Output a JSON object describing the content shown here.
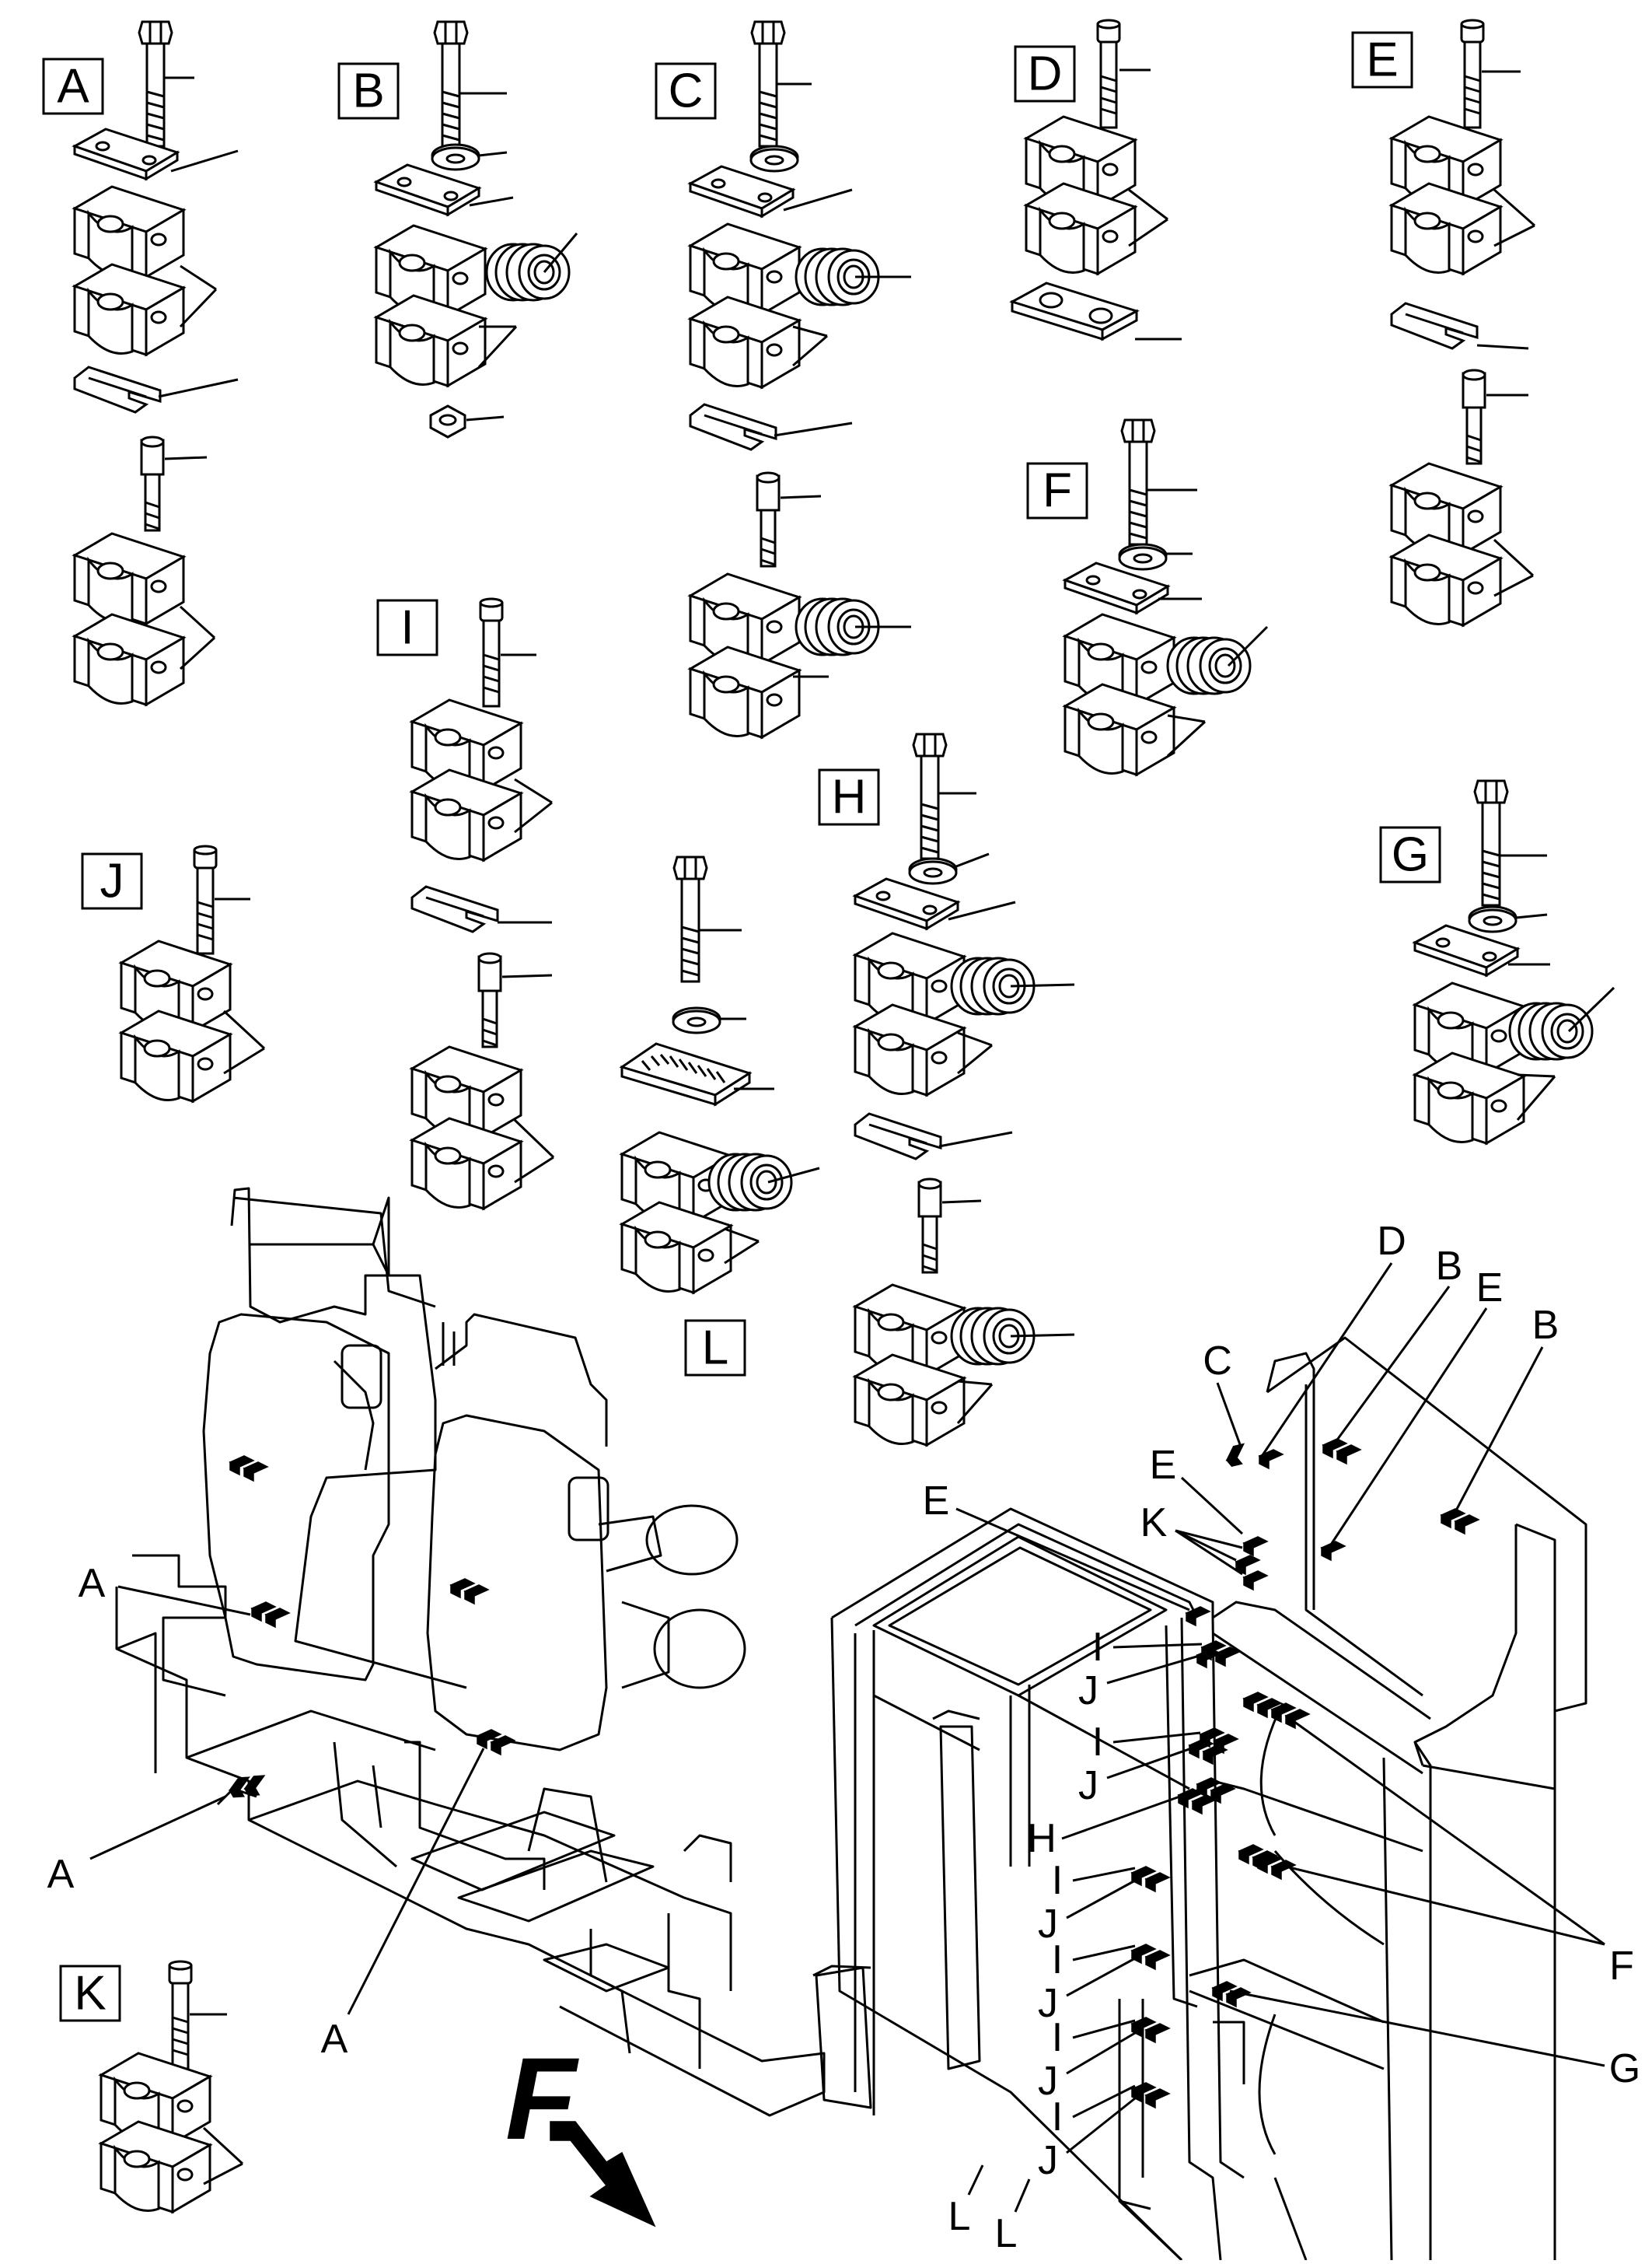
{
  "exploded_labels": [
    "A",
    "B",
    "C",
    "D",
    "E",
    "F",
    "G",
    "H",
    "I",
    "J",
    "K",
    "L"
  ],
  "locator_labels": {
    "left": [
      "A",
      "A",
      "A"
    ],
    "right": [
      "C",
      "D",
      "B",
      "E",
      "B",
      "E",
      "K",
      "E",
      "I",
      "J",
      "I",
      "J",
      "H",
      "I",
      "J",
      "I",
      "J",
      "I",
      "J",
      "I",
      "J",
      "F",
      "G",
      "L",
      "L"
    ]
  },
  "orientation": {
    "letter": "F",
    "icon": "forward-arrow-icon"
  }
}
